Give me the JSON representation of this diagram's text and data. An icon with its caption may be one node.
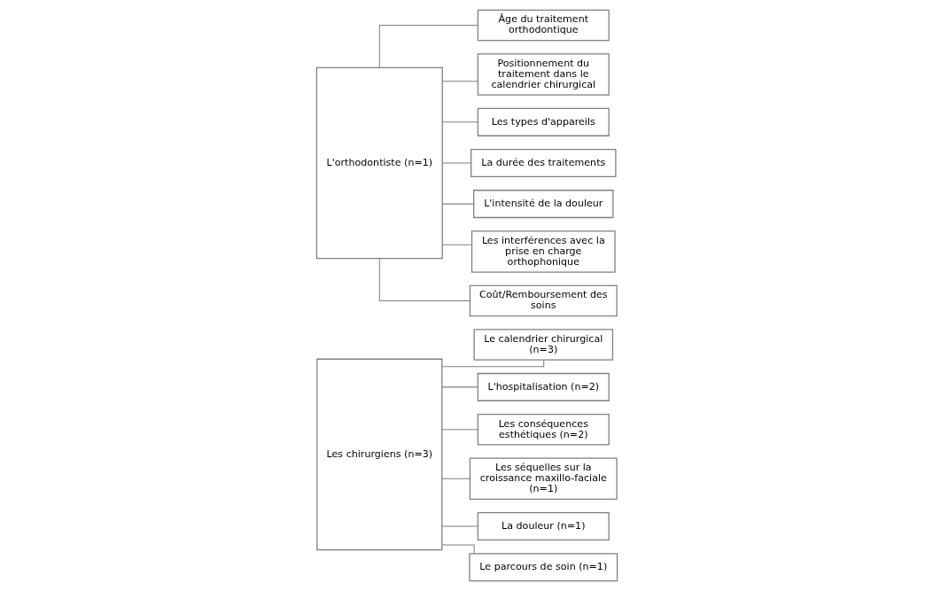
{
  "diagram": {
    "nodes": [
      {
        "text": [
          "Les chirurgiens (n=3)"
        ]
      },
      {
        "text": [
          "Le calendrier chirurgical (n=3)"
        ]
      },
      {
        "text": [
          "L'hospitalisation (n=2)"
        ]
      },
      {
        "text": [
          "Les conséquences esthétiques (n=2)"
        ]
      },
      {
        "text": [
          "Les séquelles sur la croissance maxillo-faciale (n=1)"
        ]
      },
      {
        "text": [
          "La douleur (n=1)"
        ]
      },
      {
        "text": [
          "Le parcours de soin (n=1)"
        ]
      },
      {
        "text": [
          "L'orthodontiste (n=1)"
        ]
      },
      {
        "text": [
          "Âge du traitement orthodontique"
        ]
      },
      {
        "text": [
          "Positionnement du traitement dans le calendrier chirurgical"
        ]
      },
      {
        "text": [
          "Les types d'appareils"
        ]
      },
      {
        "text": [
          "La durée des traitements"
        ]
      },
      {
        "text": [
          "L'intensité de la douleur"
        ]
      },
      {
        "text": [
          "Les interférences avec la prise en charge orthophonique"
        ]
      },
      {
        "text": [
          "Coût/Remboursement des soins"
        ]
      }
    ],
    "edges": [
      {
        "from": 0,
        "to": 1,
        "arrow": "none"
      },
      {
        "from": 0,
        "to": 2,
        "arrow": "none"
      },
      {
        "from": 0,
        "to": 3,
        "arrow": "none"
      },
      {
        "from": 0,
        "to": 4,
        "arrow": "none"
      },
      {
        "from": 0,
        "to": 5,
        "arrow": "none"
      },
      {
        "from": 0,
        "to": 6,
        "arrow": "none"
      },
      {
        "from": 7,
        "to": 8,
        "arrow": "none"
      },
      {
        "from": 7,
        "to": 9,
        "arrow": "none"
      },
      {
        "from": 7,
        "to": 10,
        "arrow": "none"
      },
      {
        "from": 7,
        "to": 11,
        "arrow": "none"
      },
      {
        "from": 7,
        "to": 12,
        "arrow": "none"
      },
      {
        "from": 7,
        "to": 13,
        "arrow": "none"
      },
      {
        "from": 7,
        "to": 14,
        "arrow": "none"
      }
    ]
  }
}
